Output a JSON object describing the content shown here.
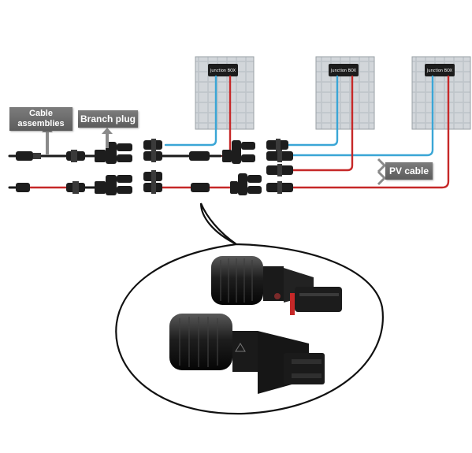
{
  "labels": {
    "cable_assemblies_line1": "Cable",
    "cable_assemblies_line2": "assemblies",
    "branch_plug": "Branch plug",
    "pv_cable": "PV cable"
  },
  "panels": [
    {
      "junction_box": "Junction BOX"
    },
    {
      "junction_box": "Junction BOX"
    },
    {
      "junction_box": "Junction BOX"
    }
  ],
  "colors": {
    "positive_wire": "#c62828",
    "negative_wire": "#3aa6d6",
    "black_cable": "#1a1a1a",
    "panel_cell": "#b9bec4",
    "label_box": "#6e6e6e"
  },
  "icons": [
    "arrow-up-icon",
    "bidirectional-arrow-icon",
    "mc4-connector-icon"
  ]
}
